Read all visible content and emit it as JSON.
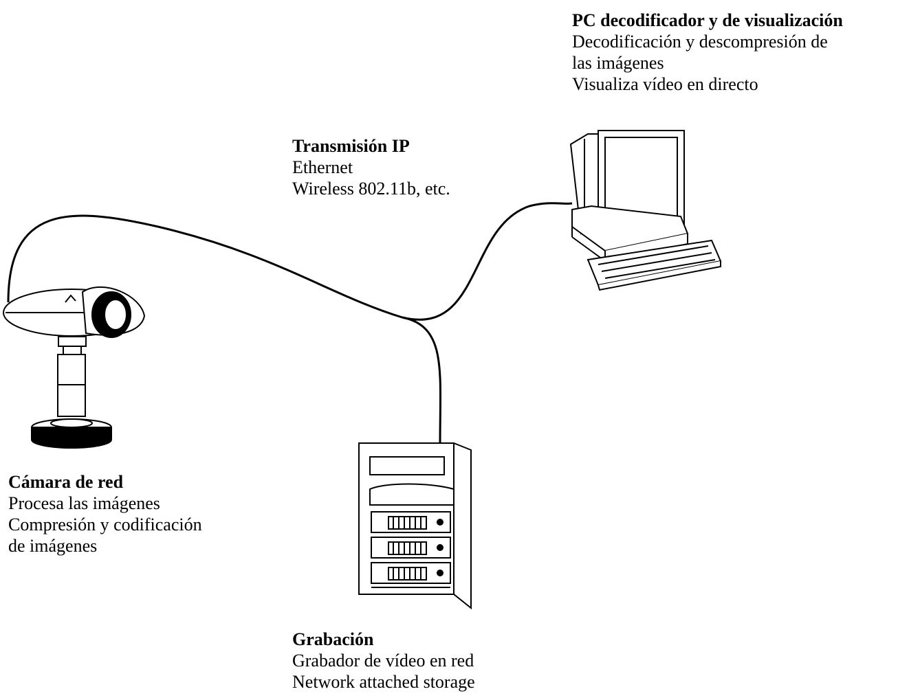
{
  "pc": {
    "title": "PC decodificador y de visualización",
    "line1": "Decodificación y descompresión de",
    "line2": "las imágenes",
    "line3": "Visualiza vídeo en directo"
  },
  "transmission": {
    "title": "Transmisión IP",
    "line1": "Ethernet",
    "line2": "Wireless 802.11b, etc."
  },
  "camera": {
    "title": "Cámara de red",
    "line1": "Procesa las imágenes",
    "line2": "Compresión y codificación",
    "line3": "de imágenes"
  },
  "recording": {
    "title": "Grabación",
    "line1": "Grabador de vídeo en red",
    "line2": "Network attached storage"
  }
}
